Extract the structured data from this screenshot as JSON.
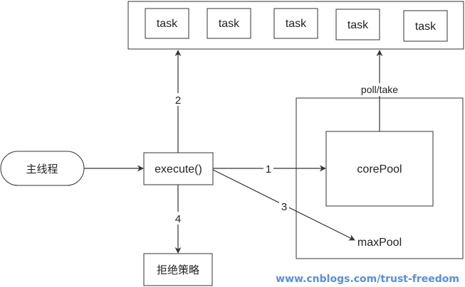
{
  "queue": {
    "tasks": [
      "task",
      "task",
      "task",
      "task",
      "task"
    ]
  },
  "nodes": {
    "main_thread": "主线程",
    "execute": "execute()",
    "core_pool": "corePool",
    "max_pool": "maxPool",
    "reject": "拒绝策略"
  },
  "edges": {
    "to_core": "1",
    "to_queue": "2",
    "to_max": "3",
    "to_reject": "4",
    "poll_take": "poll/take"
  },
  "watermark": "www.cnblogs.com/trust-freedom",
  "colors": {
    "stroke": "#333333",
    "watermark": "#5b8fd6"
  }
}
